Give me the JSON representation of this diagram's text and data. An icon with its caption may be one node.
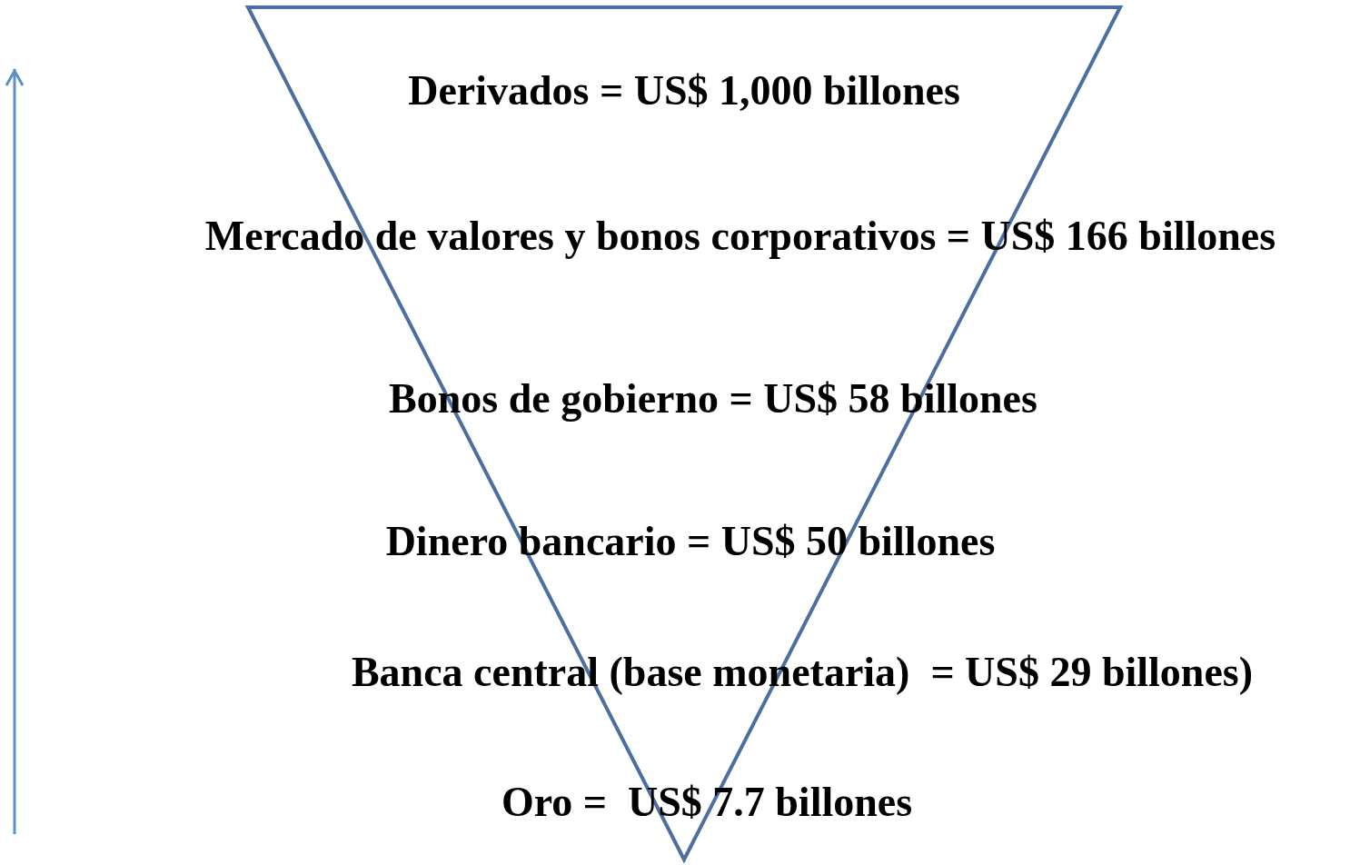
{
  "diagram": {
    "labels": [
      "Derivados = US$ 1,000 billones",
      "Mercado de valores y bonos corporativos = US$ 166 billones",
      "Bonos de gobierno = US$ 58 billones",
      "Dinero bancario = US$ 50 billones",
      "Banca central (base monetaria)  = US$ 29 billones)",
      "Oro =  US$ 7.7 billones"
    ]
  }
}
